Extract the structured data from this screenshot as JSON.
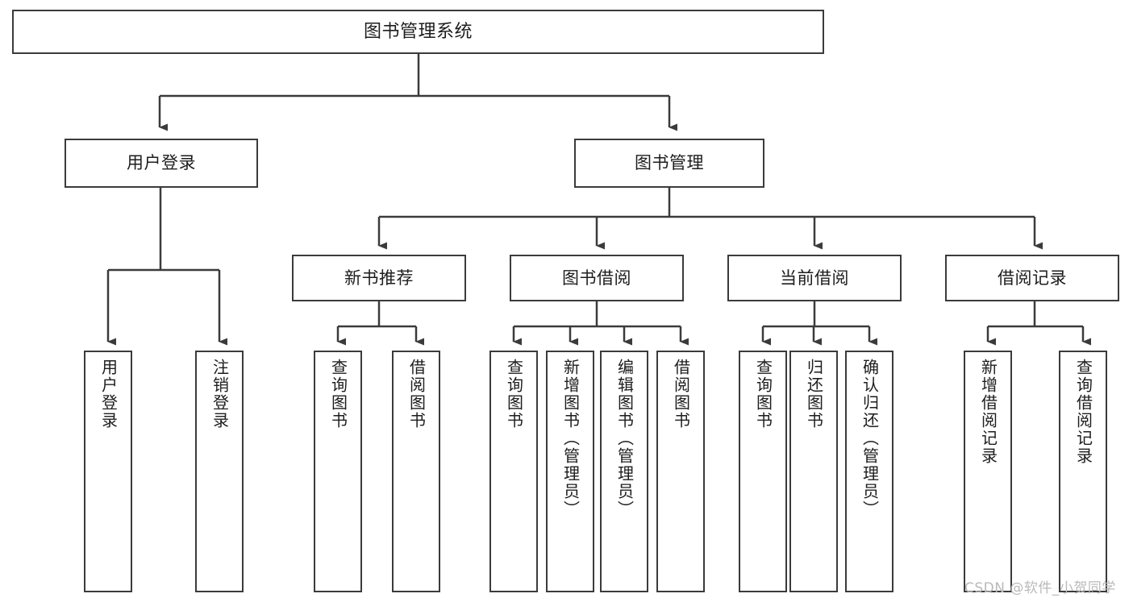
{
  "diagram": {
    "title": "图书管理系统",
    "type": "tree-hierarchy-chart",
    "watermark": "CSDN @软件_小贺同学",
    "colors": {
      "stroke": "#3b3b3b",
      "fill": "#ffffff",
      "text": "#1d1d1d",
      "watermark": "#b9b9b9"
    },
    "nodes": {
      "root": {
        "label": "图书管理系统"
      },
      "level2": [
        {
          "label": "用户登录"
        },
        {
          "label": "图书管理"
        }
      ],
      "level3": [
        {
          "label": "新书推荐"
        },
        {
          "label": "图书借阅"
        },
        {
          "label": "当前借阅"
        },
        {
          "label": "借阅记录"
        }
      ],
      "leaves": {
        "user_login": [
          {
            "label": "用户登录"
          },
          {
            "label": "注销登录"
          }
        ],
        "new_book": [
          {
            "label": "查询图书"
          },
          {
            "label": "借阅图书"
          }
        ],
        "book_borrow": [
          {
            "label": "查询图书"
          },
          {
            "label": "新增图书（管理员）"
          },
          {
            "label": "编辑图书（管理员）"
          },
          {
            "label": "借阅图书"
          }
        ],
        "current_borrow": [
          {
            "label": "查询图书"
          },
          {
            "label": "归还图书"
          },
          {
            "label": "确认归还（管理员）"
          }
        ],
        "borrow_record": [
          {
            "label": "新增借阅记录"
          },
          {
            "label": "查询借阅记录"
          }
        ]
      }
    }
  }
}
